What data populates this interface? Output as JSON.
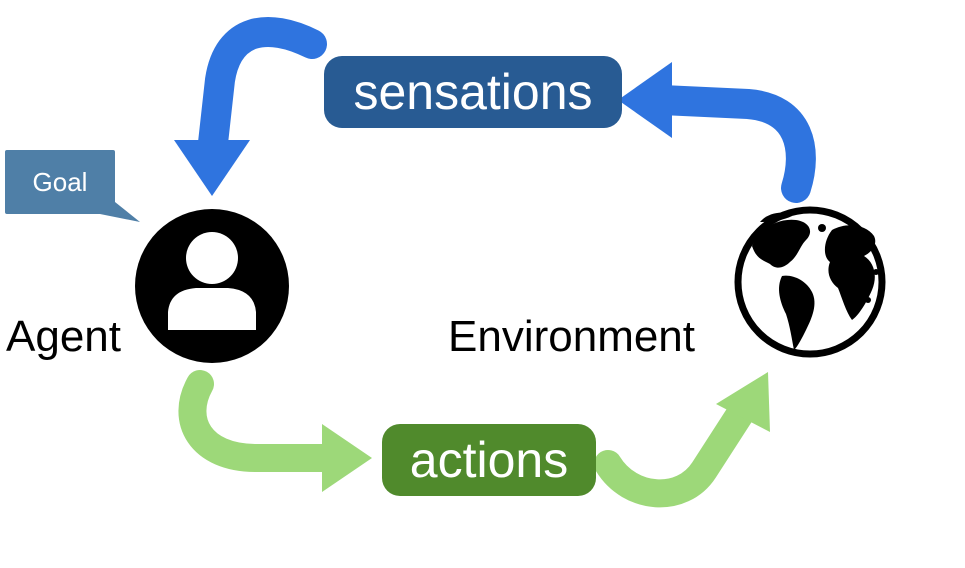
{
  "nodes": {
    "agent": {
      "label": "Agent",
      "icon": "person-icon"
    },
    "environment": {
      "label": "Environment",
      "icon": "globe-icon"
    }
  },
  "goal": {
    "label": "Goal",
    "color": "#4f7fa7"
  },
  "edges": {
    "sensations": {
      "label": "sensations",
      "pill_color": "#285b93",
      "arrow_color": "#2f74df"
    },
    "actions": {
      "label": "actions",
      "pill_color": "#508a2c",
      "arrow_color": "#9dd879"
    }
  }
}
